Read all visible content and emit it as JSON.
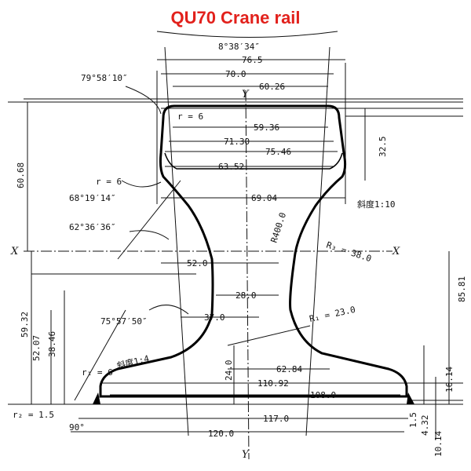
{
  "title": {
    "text": "QU70 Crane rail",
    "color": "#e2211c"
  },
  "colors": {
    "ink": "#111111",
    "profile": "#000000"
  },
  "axes": {
    "x_left": "X",
    "x_right": "X",
    "y_top": "Y",
    "y_bottom": "Y"
  },
  "angles": {
    "top": "8°38′34″",
    "head_left": "79°58′10″",
    "head_lower": "68°19′14″",
    "web_upper": "62°36′36″",
    "foot_upper": "75°57′50″",
    "base": "90°"
  },
  "radii": {
    "head_top": "r = 6",
    "head_side": "r = 6",
    "r400": "R400.0",
    "r3": "R₃ = 38.0",
    "r1": "R₁ = 23.0",
    "r_foot": "r₁ = 6",
    "r2": "r₂ = 1.5"
  },
  "slopes": {
    "head": "斜度1:10",
    "foot": "斜度1:4"
  },
  "widths": {
    "w76_5": "76.5",
    "w70": "70.0",
    "w60_26": "60.26",
    "w59_36": "59.36",
    "w71_30": "71.30",
    "w75_46": "75.46",
    "w63_52": "63.52",
    "w69_04": "69.04",
    "w52": "52.0",
    "w28": "28.0",
    "w37": "37.0",
    "w62_84": "62.84",
    "w110_92": "110.92",
    "w108": "108.0",
    "w117": "117.0",
    "w120": "120.0"
  },
  "heights": {
    "h60_68": "60.68",
    "h59_32": "59.32",
    "h52_07": "52.07",
    "h38_46": "38.46",
    "h32_5": "32.5",
    "h85_81": "85.81",
    "h24": "24.0",
    "h16_14": "16.14",
    "h1_5": "1.5",
    "h4_32": "4.32",
    "h10_14": "10.14"
  }
}
